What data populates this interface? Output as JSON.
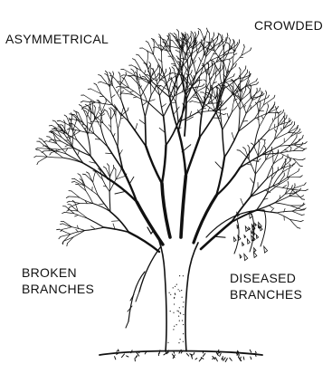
{
  "labels": {
    "asymmetrical": "ASYMMETRICAL",
    "crowded": "CROWDED",
    "broken": [
      "BROKEN",
      "BRANCHES"
    ],
    "diseased": [
      "DISEASED",
      "BRANCHES"
    ]
  },
  "colors": {
    "ink": "#111111",
    "background": "#ffffff"
  }
}
